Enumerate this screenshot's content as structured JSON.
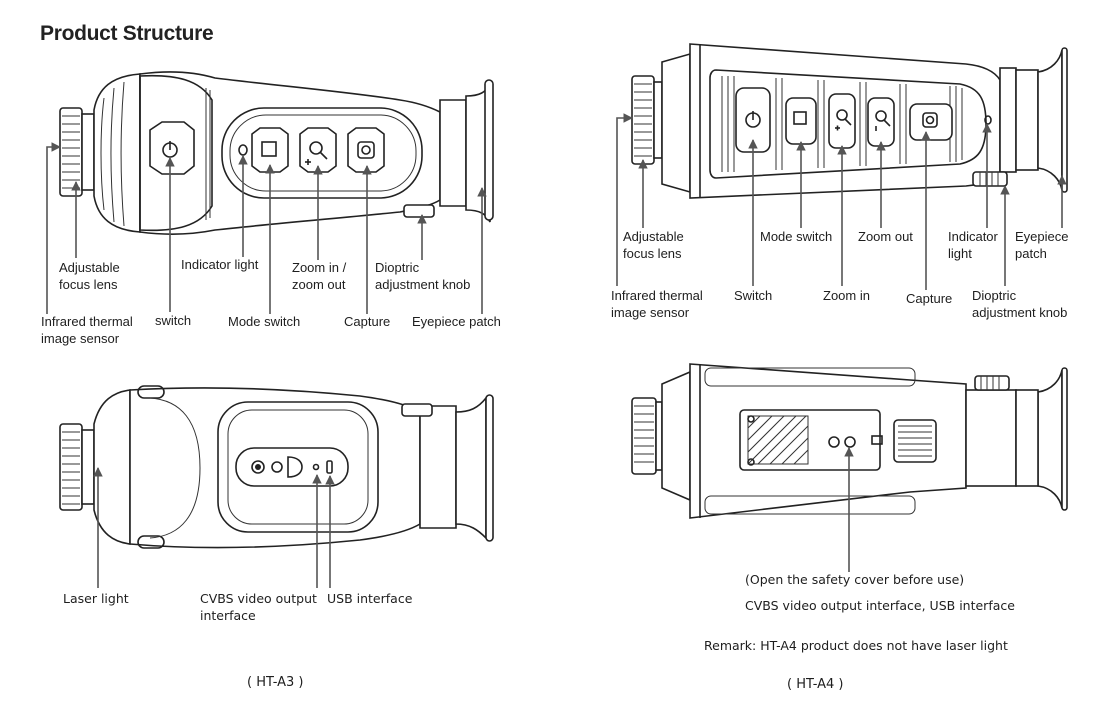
{
  "page": {
    "title": "Product Structure"
  },
  "ht_a3": {
    "model_caption": "( HT-A3 )",
    "top_view_labels": {
      "adjustable_focus_lens": [
        "Adjustable",
        "focus lens"
      ],
      "infrared_thermal_image_sensor": [
        "Infrared thermal",
        "image sensor"
      ],
      "switch": "switch",
      "indicator_light": "Indicator light",
      "mode_switch": "Mode switch",
      "zoom_in_zoom_out": [
        "Zoom in /",
        "zoom out"
      ],
      "capture": "Capture",
      "dioptric_adjustment_knob": [
        "Dioptric",
        "adjustment knob"
      ],
      "eyepiece_patch": "Eyepiece patch"
    },
    "bottom_view_labels": {
      "laser_light": "Laser light",
      "cvbs_video_output_interface": [
        "CVBS video output",
        "interface"
      ],
      "usb_interface": "USB interface"
    }
  },
  "ht_a4": {
    "model_caption": "( HT-A4 )",
    "top_view_labels": {
      "adjustable_focus_lens": [
        "Adjustable",
        "focus lens"
      ],
      "infrared_thermal_image_sensor": [
        "Infrared thermal",
        "image sensor"
      ],
      "mode_switch": "Mode switch",
      "zoom_out": "Zoom out",
      "indicator_light": [
        "Indicator",
        "light"
      ],
      "eyepiece_patch": [
        "Eyepiece",
        "patch"
      ],
      "switch": "Switch",
      "zoom_in": "Zoom in",
      "capture": "Capture",
      "dioptric_adjustment_knob": [
        "Dioptric",
        "adjustment knob"
      ]
    },
    "bottom_view_labels": {
      "safety_cover_note": "(Open the safety cover before use)",
      "interfaces": "CVBS video output interface, USB interface"
    },
    "remark": "Remark: HT-A4 product does not have laser light"
  }
}
